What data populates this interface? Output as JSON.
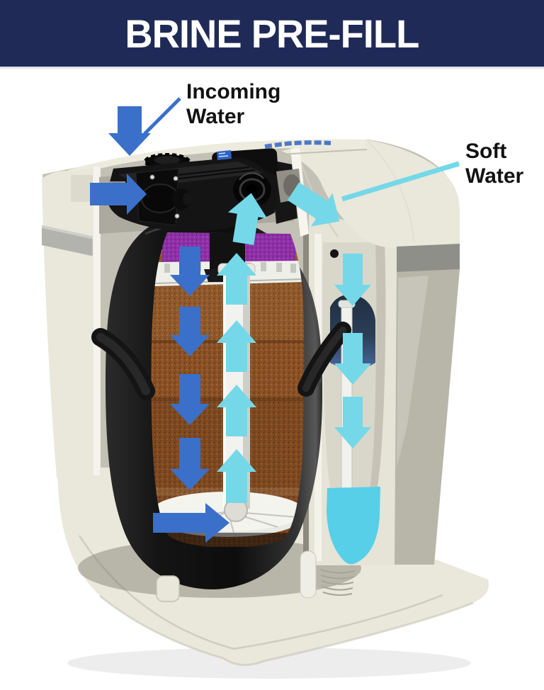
{
  "header": {
    "title": "BRINE PRE-FILL"
  },
  "annotations": {
    "incoming_water": "Incoming Water",
    "soft_water": "Soft Water"
  },
  "diagram": {
    "subject": "water-softener-cutaway",
    "process_shown": "brine pre-fill",
    "flows": [
      {
        "name": "incoming-water",
        "arrow_color_key": "incoming_arrow_blue",
        "path": "down into valve, down through resin bed, across bottom, up riser tube"
      },
      {
        "name": "soft-water",
        "arrow_color_key": "soft_water_cyan",
        "path": "up into valve outlet, out to brine well, down fill tube, pools in brine well"
      }
    ]
  },
  "colors": {
    "header_bg": "#1F2B56",
    "header_text": "#FFFFFF",
    "label_text": "#121212",
    "incoming_arrow_blue": "#3A70C9",
    "soft_water_cyan": "#74D8E8",
    "brine_pool_cyan": "#57CFE8",
    "cabinet_cream": "#EAE8DB",
    "cabinet_rim_cream": "#EDEBDE",
    "cabinet_side_tan": "#B8B6A9",
    "cabinet_interior_gray": "#C3C1B5",
    "band_gray": "#8F8F89",
    "panel_band_gray": "#B3B3AE",
    "tank_black": "#161616",
    "resin_brown": "#8A5126",
    "media_purple": "#8D2FA5",
    "well_dark_navy": "#2C3E55",
    "distributor_white": "#EFEFEA"
  }
}
